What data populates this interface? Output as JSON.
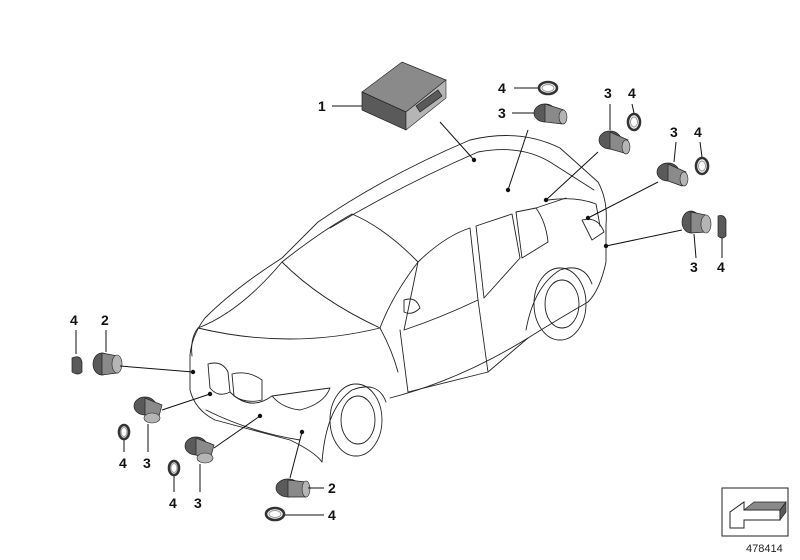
{
  "callouts": {
    "control_unit": "1",
    "front_sensor_upper": "2",
    "front_sensor_lower": "2",
    "sensor": "3",
    "ring": "4"
  },
  "reference_id": "478414",
  "icons": {
    "car": "suv-outline-icon",
    "control_unit": "control-unit-icon",
    "sensor": "park-sensor-icon",
    "ring": "sealing-ring-icon",
    "reference": "reference-arrow-icon"
  }
}
